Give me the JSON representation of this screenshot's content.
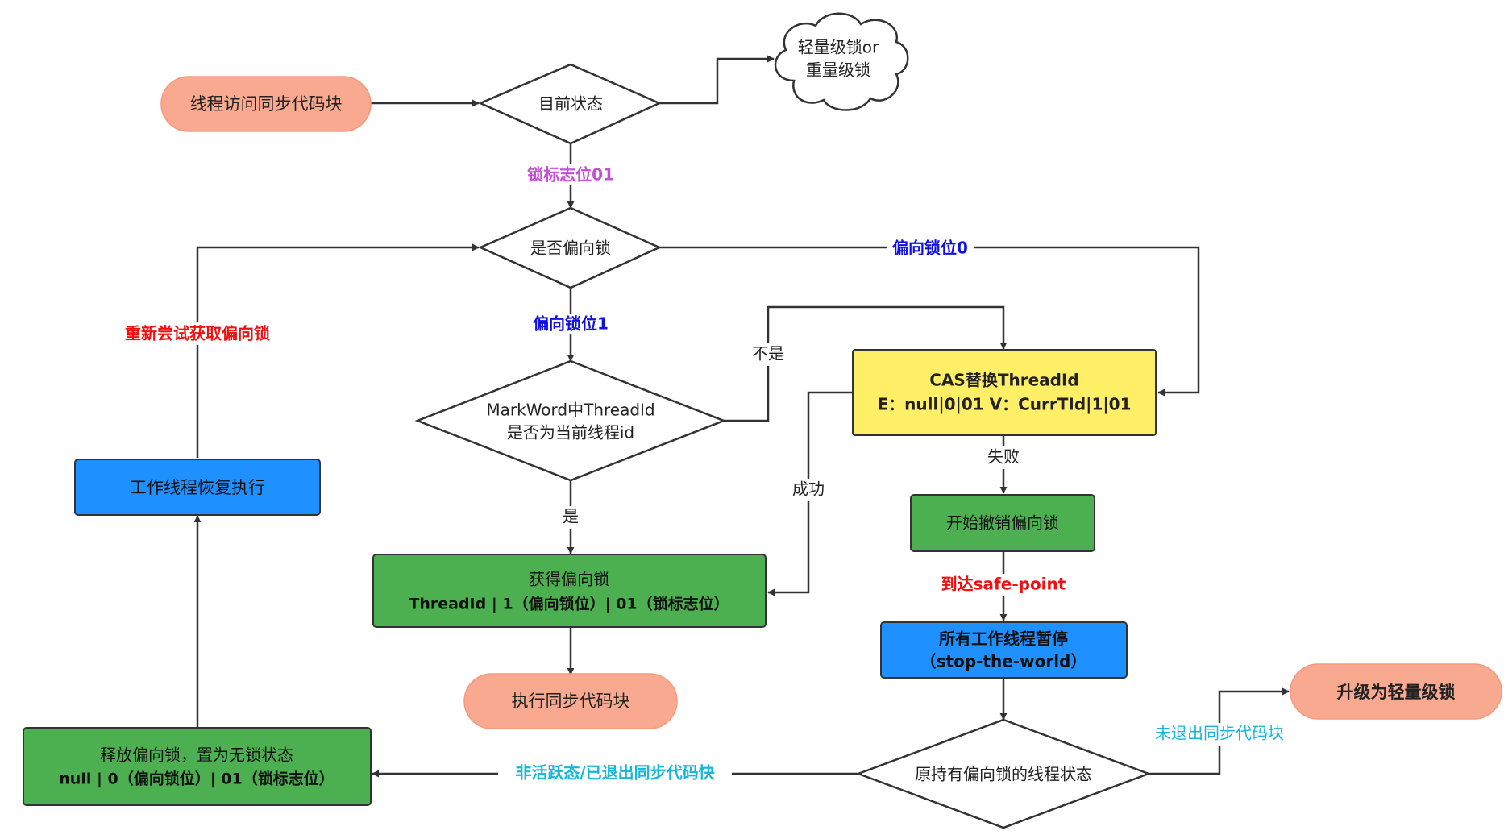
{
  "nodes": {
    "start": "线程访问同步代码块",
    "current_state": "目前状态",
    "cloud": [
      "轻量级锁or",
      "重量级锁"
    ],
    "is_biased": "是否偏向锁",
    "markword_check": [
      "MarkWord中ThreadId",
      "是否为当前线程id"
    ],
    "cas": [
      "CAS替换ThreadId",
      "E：null|0|01  V：CurrTId|1|01"
    ],
    "acquire": [
      "获得偏向锁",
      "ThreadId | 1（偏向锁位）| 01（锁标志位）"
    ],
    "execute": "执行同步代码块",
    "revoke_start": "开始撤销偏向锁",
    "pause_all": [
      "所有工作线程暂停",
      "（stop-the-world）"
    ],
    "owner_state": "原持有偏向锁的线程状态",
    "upgrade": "升级为轻量级锁",
    "release": [
      "释放偏向锁，置为无锁状态",
      "null | 0（偏向锁位）| 01（锁标志位）"
    ],
    "resume": "工作线程恢复执行"
  },
  "edge_labels": {
    "lock_flag_01": "锁标志位01",
    "biased_bit_0": "偏向锁位0",
    "biased_bit_1": "偏向锁位1",
    "retry": "重新尝试获取偏向锁",
    "not_equal": "不是",
    "yes": "是",
    "success": "成功",
    "fail": "失败",
    "safe_point": "到达safe-point",
    "not_exited": "未退出同步代码块",
    "inactive": "非活跃态/已退出同步代码快"
  },
  "colors": {
    "salmon": "#f8a98f",
    "green": "#4caf50",
    "blue": "#1e90ff",
    "yellow": "#ffef66",
    "purple": "#c44fd6",
    "dark_blue": "#1010e0",
    "red": "#ee1111",
    "cyan": "#16b6d9"
  }
}
